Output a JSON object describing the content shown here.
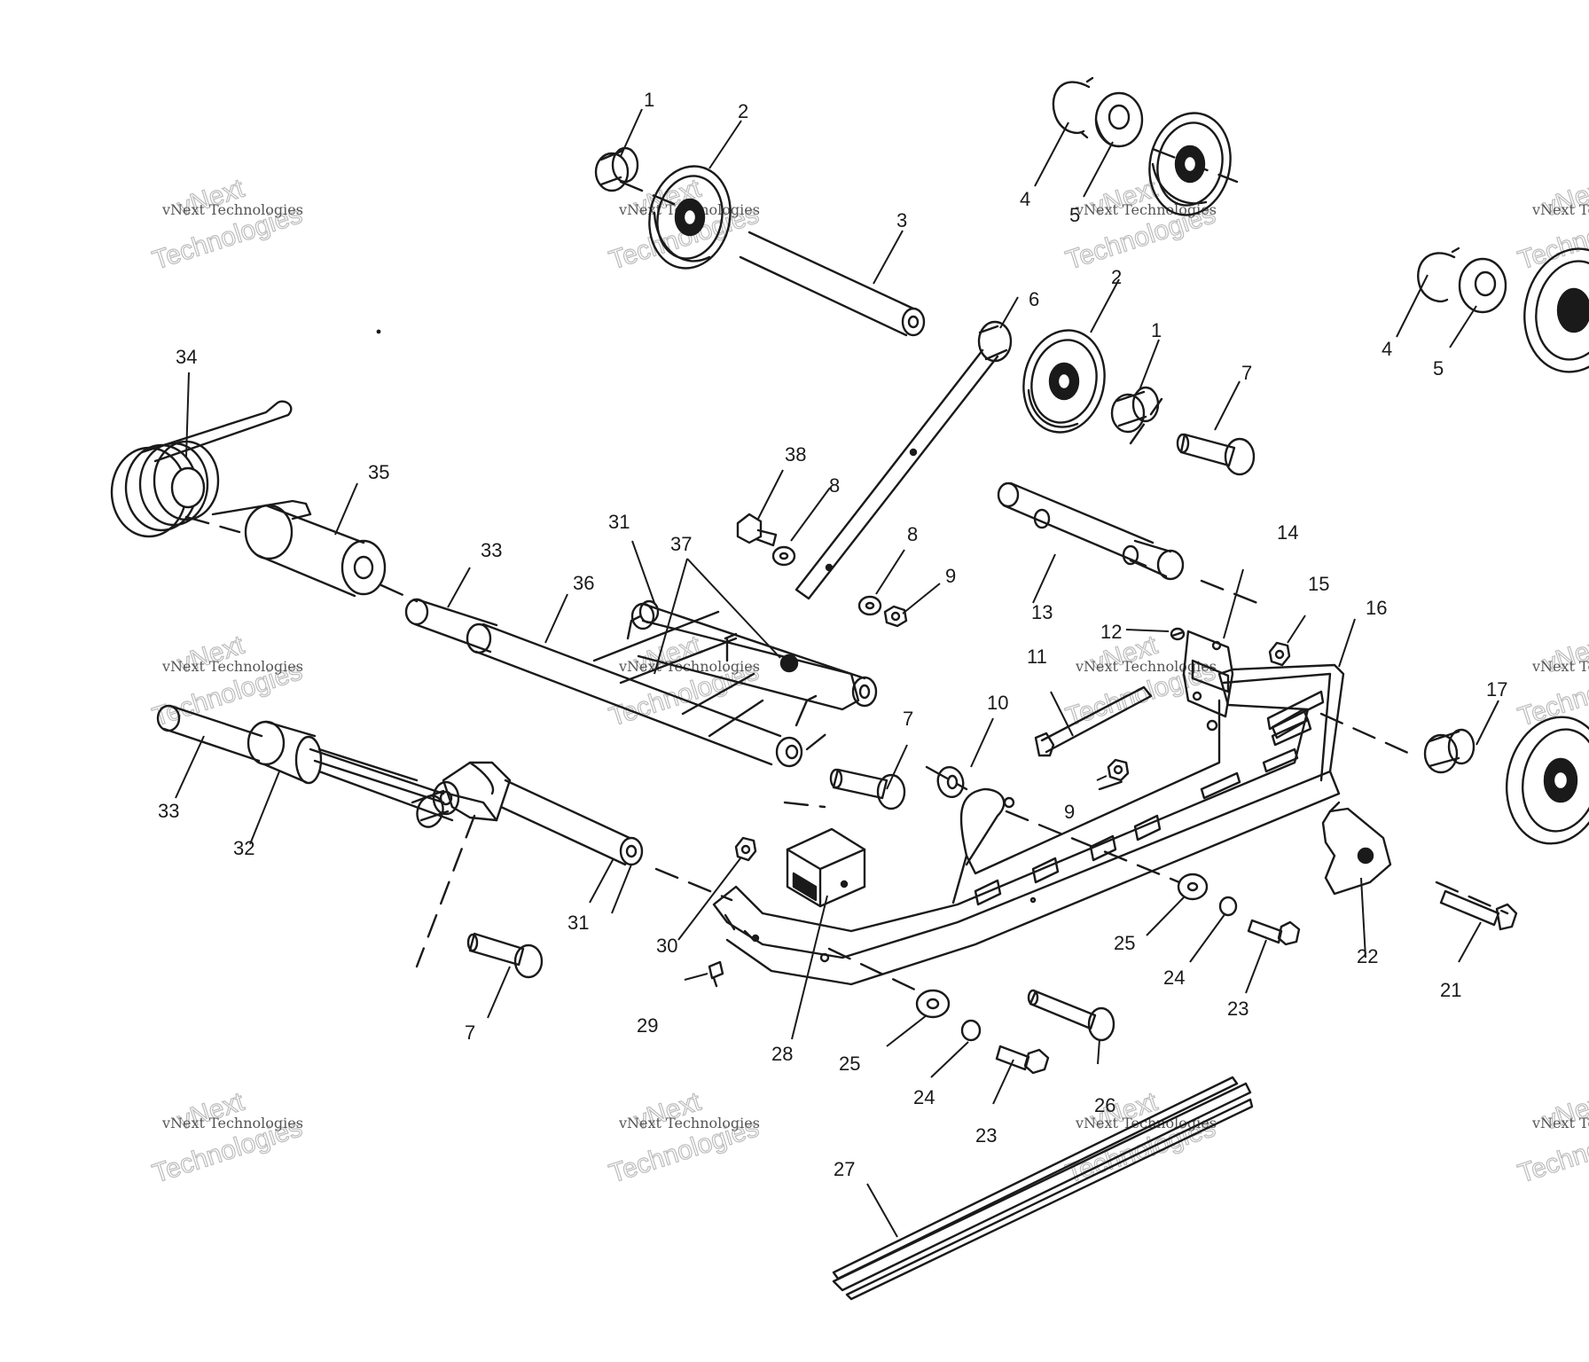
{
  "watermark": {
    "brand_small": "vNext Technologies",
    "brand_large_1": "vNext",
    "brand_large_2": "Technologies"
  },
  "callouts": {
    "n1": "1",
    "n2": "2",
    "n3": "3",
    "n4": "4",
    "n5": "5",
    "n6": "6",
    "n7": "7",
    "n8": "8",
    "n9": "9",
    "n10": "10",
    "n11": "11",
    "n12": "12",
    "n13": "13",
    "n14": "14",
    "n15": "15",
    "n16": "16",
    "n17": "17",
    "n21": "21",
    "n22": "22",
    "n23": "23",
    "n24": "24",
    "n25": "25",
    "n26": "26",
    "n27": "27",
    "n28": "28",
    "n29": "29",
    "n30": "30",
    "n31": "31",
    "n32": "32",
    "n33": "33",
    "n34": "34",
    "n35": "35",
    "n36": "36",
    "n37": "37",
    "n38": "38"
  },
  "colors": {
    "ink": "#1a1a1a",
    "background": "#ffffff",
    "watermark": "#bdbdbd"
  }
}
